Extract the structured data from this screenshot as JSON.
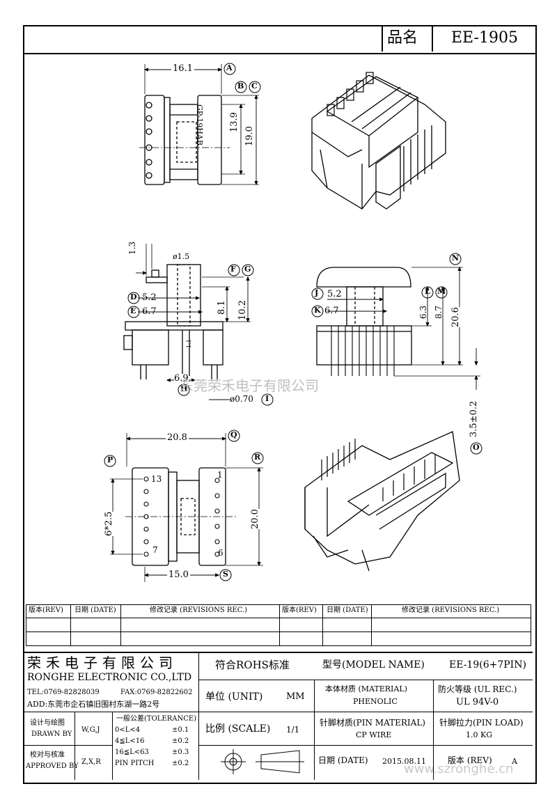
{
  "header": {
    "label": "品名",
    "part": "EE-1905"
  },
  "dims": {
    "top": {
      "w161": "16.1",
      "h139": "13.9",
      "h190": "19.0",
      "marking": "GP-19HAB"
    },
    "side": {
      "d13": "1.3",
      "dhole": "ø1.5",
      "d52": "5.2",
      "d67": "6.7",
      "d81": "8.1",
      "d102": "10.2",
      "d69": "6.9",
      "dpin": "ø0.70",
      "d11": "1.1"
    },
    "front": {
      "d52": "5.2",
      "d67": "6.7",
      "d63": "6.3",
      "d87": "8.7",
      "d206": "20.6",
      "d35": "3.5±0.2"
    },
    "bottom": {
      "d208": "20.8",
      "d625": "6*2.5",
      "d200": "20.0",
      "d150": "15.0",
      "p13": "13",
      "p1": "1",
      "p7": "7",
      "p6": "6"
    }
  },
  "callouts": [
    "A",
    "B",
    "C",
    "D",
    "E",
    "F",
    "G",
    "H",
    "I",
    "J",
    "K",
    "L",
    "M",
    "N",
    "O",
    "P",
    "Q",
    "R",
    "S"
  ],
  "watermarks": {
    "center": "东莞荣禾电子有限公司",
    "corner": "www.szronghe.cn"
  },
  "revisions": {
    "headers": [
      "版本(REV)",
      "日期 (DATE)",
      "修改记录 (REVISIONS REC.)",
      "版本(REV)",
      "日期 (DATE)",
      "修改记录 (REVISIONS REC.)"
    ]
  },
  "company": {
    "name_cn": "荣禾电子有限公司",
    "name_en": "RONGHE ELECTRONIC CO.,LTD",
    "tel": "TEL:0769-82828039",
    "fax": "FAX:0769-82822602",
    "addr": "ADD:东莞市企石镇旧围村东湖一路2号"
  },
  "titleblock": {
    "rohs": "符合ROHS标准",
    "model_label": "型号(MODEL NAME)",
    "model_value": "EE-19(6+7PIN)",
    "unit_label": "单位 (UNIT)",
    "unit_value": "MM",
    "material_label": "本体材质 (MATERIAL)",
    "material_value": "PHENOLIC",
    "ul_label": "防火等级 (UL REC.)",
    "ul_value": "UL 94V-0",
    "scale_label": "比例 (SCALE)",
    "scale_value": "1/1",
    "pin_material_label": "针脚材质(PIN MATERIAL)",
    "pin_material_value": "CP WIRE",
    "pin_load_label": "针脚拉力(PIN LOAD)",
    "pin_load_value": "1.0 KG",
    "date_label": "日期 (DATE)",
    "date_value": "2015.08.11",
    "rev_label": "版本 (REV)",
    "rev_value": "A",
    "design_cn": "设计与绘图",
    "design_en": "DRAWN BY",
    "design_value": "W,G,J",
    "approve_cn": "校对与核准",
    "approve_en": "APPROVED BY",
    "approve_value": "Z,X,R",
    "tol_title": "一般公差(TOLERANCE)",
    "tol_rows": [
      {
        "range": "0<L<4",
        "value": "±0.1"
      },
      {
        "range": "4≦L<16",
        "value": "±0.2"
      },
      {
        "range": "16≦L<63",
        "value": "±0.3"
      },
      {
        "range": "PIN PITCH",
        "value": "±0.2"
      }
    ]
  }
}
